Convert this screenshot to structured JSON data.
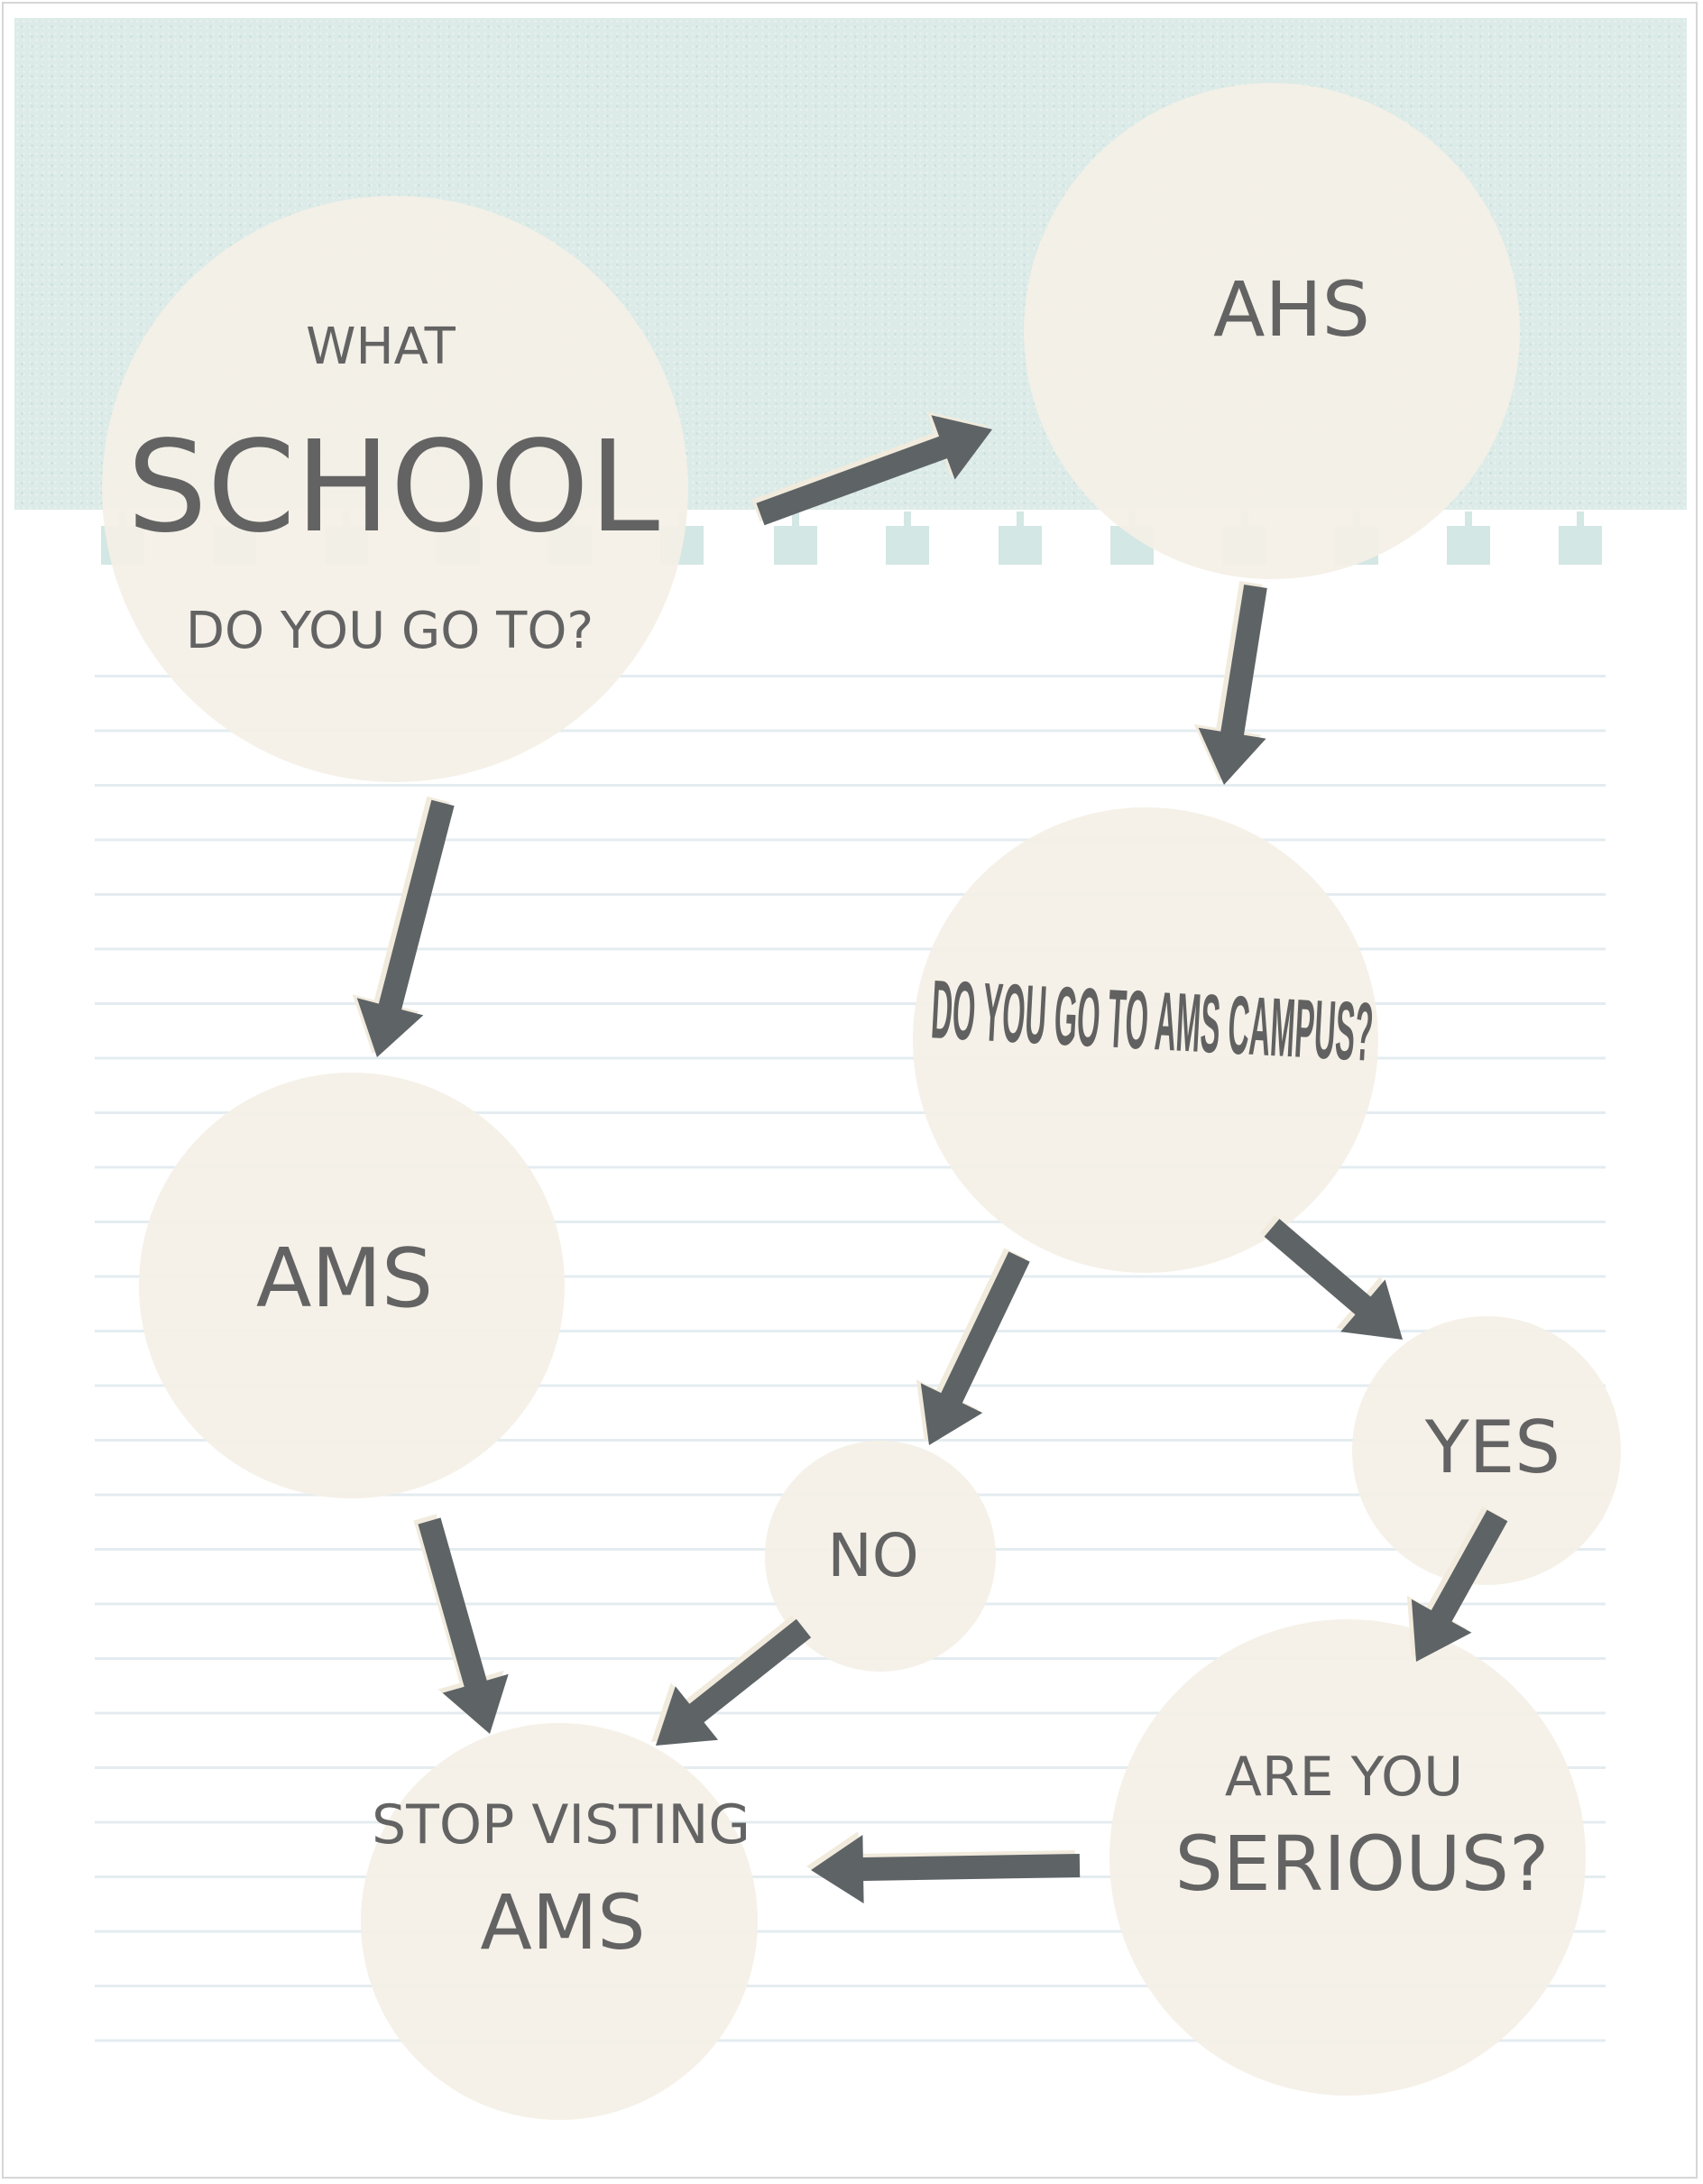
{
  "nodes": {
    "what_school": {
      "line1": "WHAT",
      "line2": "SCHOOL",
      "line3": "DO YOU GO TO?"
    },
    "ahs": {
      "label": "AHS"
    },
    "ams": {
      "label": "AMS"
    },
    "campus": {
      "label": "DO YOU GO TO AMS CAMPUS?"
    },
    "no": {
      "label": "NO"
    },
    "yes": {
      "label": "YES"
    },
    "serious": {
      "line1": "ARE YOU",
      "line2": "SERIOUS?"
    },
    "stop": {
      "line1": "STOP VISTING",
      "line2": "AMS"
    }
  },
  "edges": [
    {
      "from": "what_school",
      "to": "ahs"
    },
    {
      "from": "what_school",
      "to": "ams"
    },
    {
      "from": "ahs",
      "to": "campus"
    },
    {
      "from": "campus",
      "to": "no"
    },
    {
      "from": "campus",
      "to": "yes"
    },
    {
      "from": "yes",
      "to": "serious"
    },
    {
      "from": "ams",
      "to": "stop"
    },
    {
      "from": "no",
      "to": "stop"
    },
    {
      "from": "serious",
      "to": "stop"
    }
  ],
  "colors": {
    "bubble": "#f4f0e6",
    "arrow": "#5e6366",
    "text": "#636363",
    "banner": "#dcebe8",
    "ruled_line": "#e4ecf0"
  }
}
